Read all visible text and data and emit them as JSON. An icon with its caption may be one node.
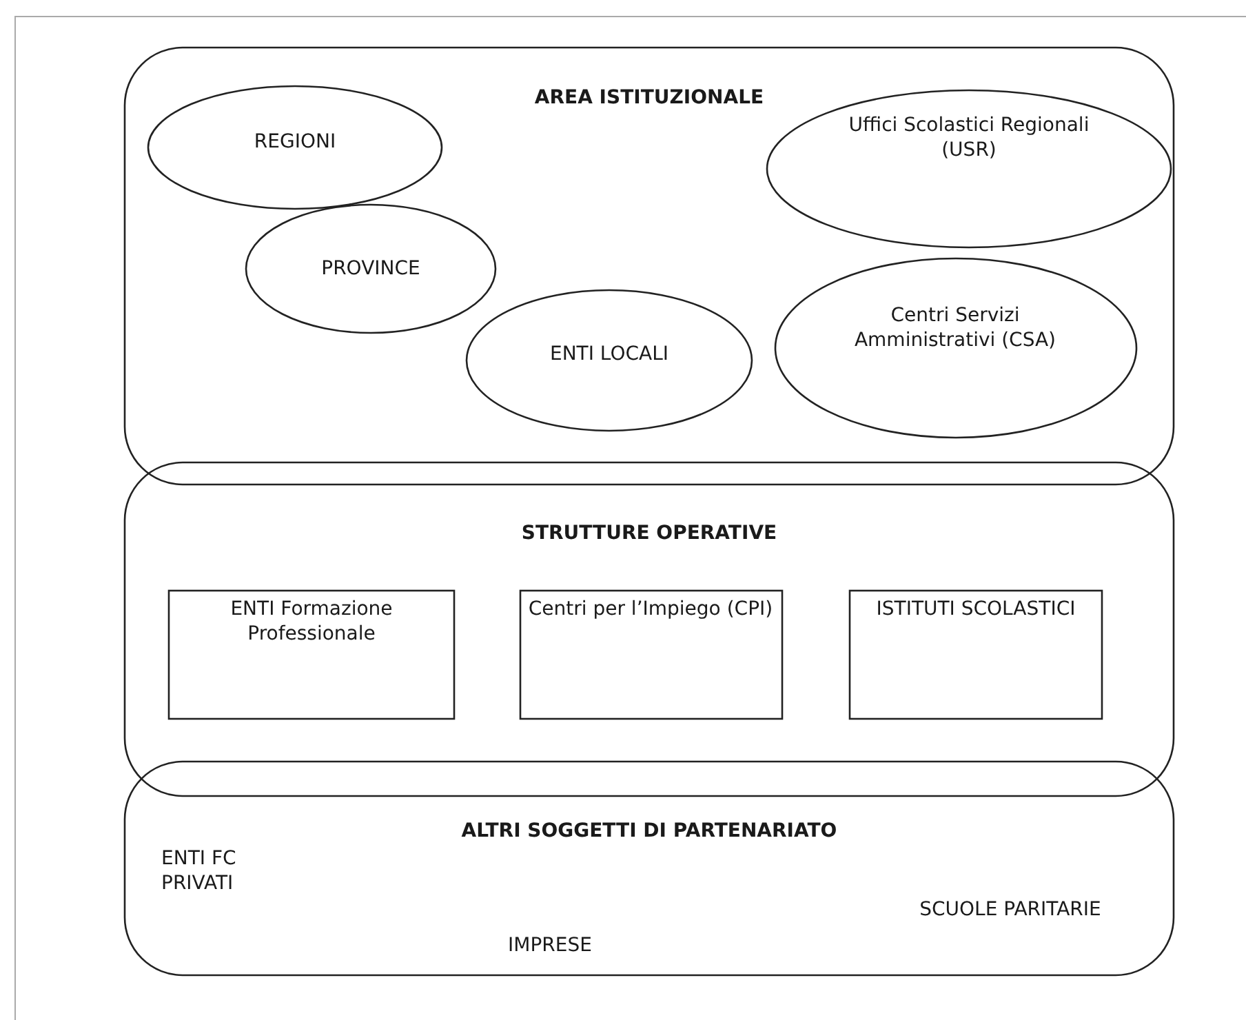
{
  "diagram": {
    "nodes": [
      {
        "text": [
          "AREA ISTITUZIONALE"
        ]
      },
      {
        "text": [
          "REGIONI"
        ],
        "in": 0
      },
      {
        "text": [
          "PROVINCE"
        ],
        "in": 0
      },
      {
        "text": [
          "ENTI LOCALI"
        ],
        "in": 0
      },
      {
        "text": [
          "Uffici Scolastici Regionali (USR)"
        ],
        "in": 0
      },
      {
        "text": [
          "Centri Servizi Amministrativi (CSA)"
        ],
        "in": 0
      },
      {
        "text": [
          "STRUTTURE OPERATIVE"
        ]
      },
      {
        "text": [
          "ENTI Formazione Professionale"
        ],
        "in": 6
      },
      {
        "text": [
          "Centri per l’Impiego (CPI)"
        ],
        "in": 6
      },
      {
        "text": [
          "ISTITUTI SCOLASTICI"
        ],
        "in": 6
      },
      {
        "text": [
          "ALTRI SOGGETTI DI PARTENARIATO",
          "ENTI FC PRIVATI",
          "SCUOLE PARITARIE",
          "IMPRESE"
        ]
      }
    ]
  }
}
